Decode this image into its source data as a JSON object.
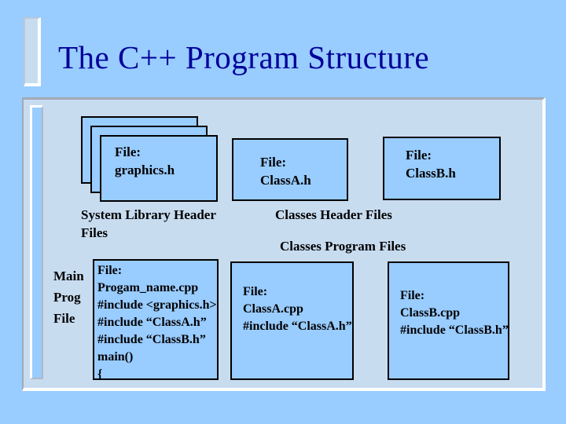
{
  "slide": {
    "title": "The C++ Program Structure",
    "colors": {
      "background": "#99CCFF",
      "panel": "#C8DCF0",
      "box_fill": "#99CCFF",
      "box_border": "#000000",
      "title": "#000099",
      "text": "#000000"
    },
    "system_library_stack": {
      "front_box_lines": [
        "File:",
        "graphics.h"
      ],
      "label": "System Library Header Files"
    },
    "class_a_header_box": {
      "lines": [
        "File:",
        "ClassA.h"
      ]
    },
    "class_b_header_box": {
      "lines": [
        "File:",
        "ClassB.h"
      ]
    },
    "classes_header_label": "Classes Header Files",
    "classes_program_label": "Classes Program Files",
    "main_prog_label_lines": [
      "Main",
      "Prog",
      "File"
    ],
    "main_program_box": {
      "lines": [
        "File:",
        "Progam_name.cpp",
        "#include <graphics.h>",
        "#include “ClassA.h”",
        "#include “ClassB.h”",
        "main()",
        "{"
      ]
    },
    "class_a_cpp_box": {
      "lines": [
        "File:",
        "ClassA.cpp",
        "#include “ClassA.h”"
      ]
    },
    "class_b_cpp_box": {
      "lines": [
        "File:",
        "ClassB.cpp",
        "#include “ClassB.h”"
      ]
    }
  }
}
